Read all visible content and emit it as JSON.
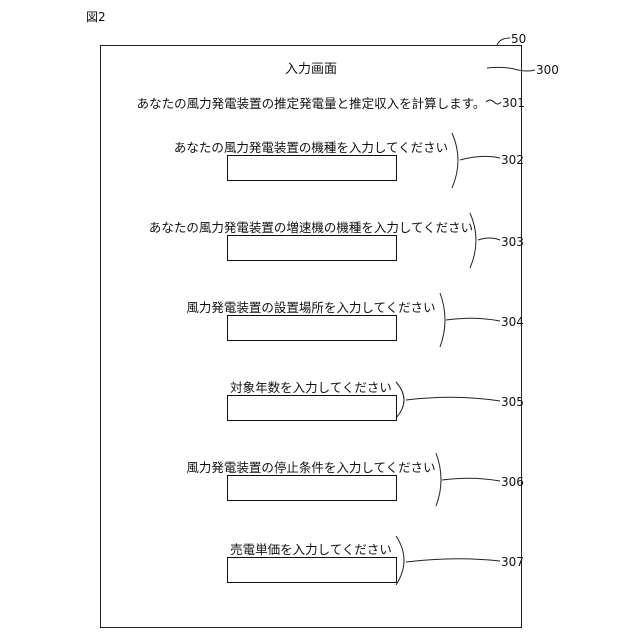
{
  "figure_label": "図2",
  "refs": {
    "device": "50",
    "screen": "300",
    "description": "301",
    "f1": "302",
    "f2": "303",
    "f3": "304",
    "f4": "305",
    "f5": "306",
    "f6": "307"
  },
  "screen": {
    "title": "入力画面",
    "description": "あなたの風力発電装置の推定発電量と推定収入を計算します。",
    "fields": [
      {
        "label": "あなたの風力発電装置の機種を入力してください",
        "value": ""
      },
      {
        "label": "あなたの風力発電装置の増速機の機種を入力してください",
        "value": ""
      },
      {
        "label": "風力発電装置の設置場所を入力してください",
        "value": ""
      },
      {
        "label": "対象年数を入力してください",
        "value": ""
      },
      {
        "label": "風力発電装置の停止条件を入力してください",
        "value": ""
      },
      {
        "label": "売電単価を入力してください",
        "value": ""
      }
    ]
  }
}
